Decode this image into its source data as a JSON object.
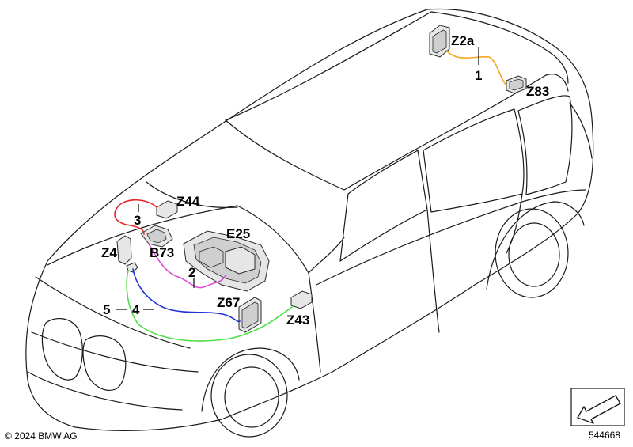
{
  "labels": {
    "z2a": "Z2a",
    "n1": "1",
    "z83": "Z83",
    "z44": "Z44",
    "n3": "3",
    "e25": "E25",
    "z4": "Z4",
    "b73": "B73",
    "n2": "2",
    "n5": "5",
    "n4": "4",
    "z67": "Z67",
    "z43": "Z43"
  },
  "wire_colors": {
    "wire_1": "#f5a623",
    "wire_2": "#e04ad8",
    "wire_3": "#e0262a",
    "wire_4": "#1f2fd6",
    "wire_5": "#4fe04a"
  },
  "footer": {
    "copyright": "© 2024 BMW AG",
    "diagram_number": "544668"
  }
}
